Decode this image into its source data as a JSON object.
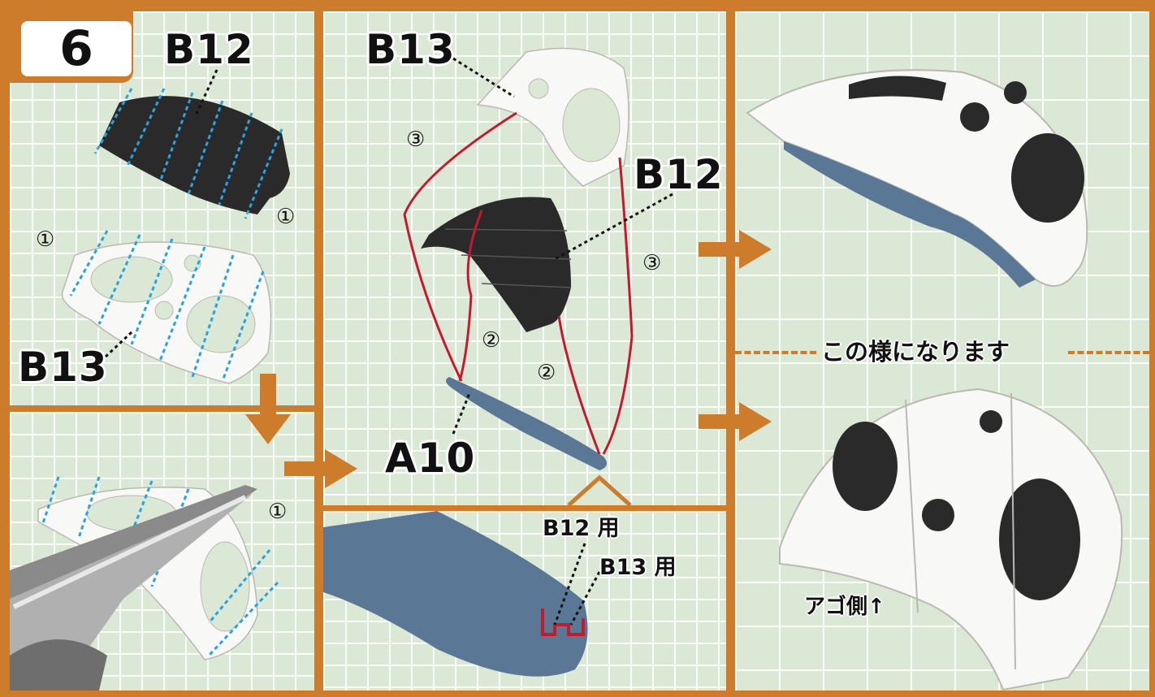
{
  "step": {
    "number": "6"
  },
  "panel1": {
    "label_b12": "B12",
    "label_b13": "B13",
    "mark_right": "①",
    "mark_left": "①"
  },
  "panel2": {
    "mark": "①"
  },
  "panel3": {
    "label_b13": "B13",
    "label_b12": "B12",
    "label_a10": "A10",
    "mark_3_left": "③",
    "mark_3_right": "③",
    "mark_2_left": "②",
    "mark_2_right": "②"
  },
  "panel4": {
    "label_b12_use": "B12 用",
    "label_b13_use": "B13 用"
  },
  "panel5": {
    "caption": "この様になります",
    "jaw_side": "アゴ側↑"
  },
  "colors": {
    "frame_orange": "#cc7c2b",
    "mat_green": "#dbe8d6",
    "guide_blue": "#29a3e0",
    "guide_red": "#c21a2e",
    "part_black": "#2a2a2a",
    "part_blue": "#5a7896"
  }
}
